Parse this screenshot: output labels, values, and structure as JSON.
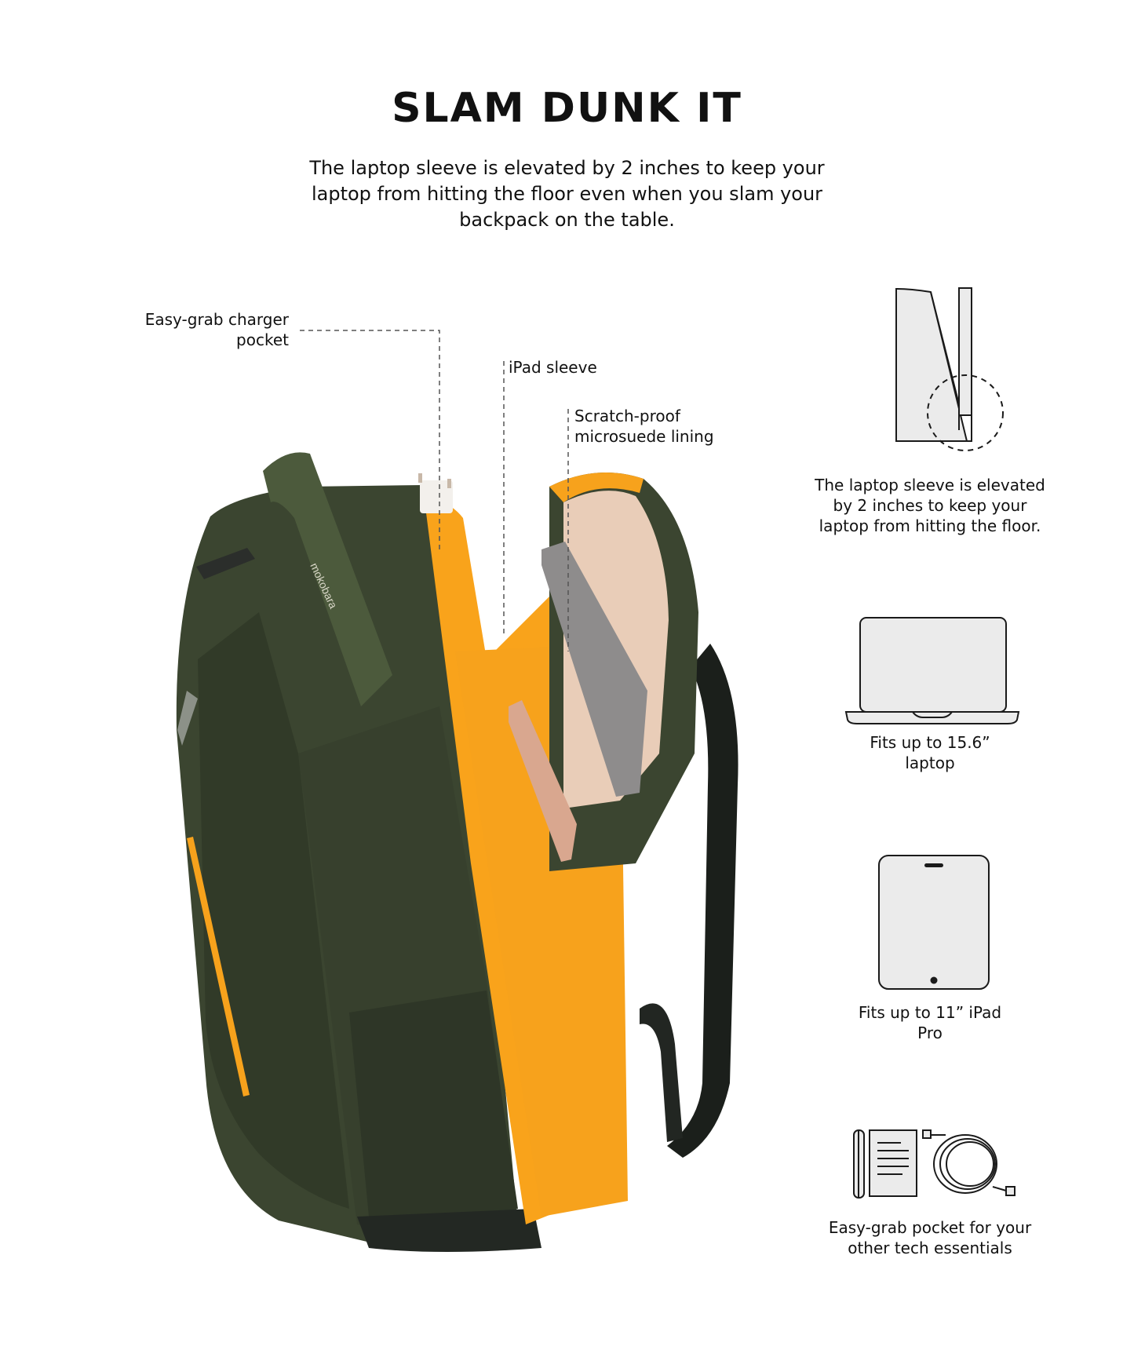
{
  "header": {
    "title": "SLAM DUNK IT",
    "subtitle": "The laptop sleeve is elevated by 2 inches to keep your laptop from hitting the floor even when you slam your backpack on the table."
  },
  "callouts": {
    "charger_pocket": "Easy-grab charger pocket",
    "ipad_sleeve": "iPad sleeve",
    "microsuede_lining": "Scratch-proof microsuede lining"
  },
  "features": {
    "elevated_sleeve": "The laptop sleeve is elevated by 2 inches to keep your laptop from hitting the floor.",
    "laptop_fit": "Fits up to 15.6” laptop",
    "ipad_fit": "Fits up to 11” iPad Pro",
    "tech_pocket": "Easy-grab pocket for your other tech essentials"
  },
  "product": {
    "brand_mark": "mokobara"
  },
  "colors": {
    "bag_green": "#3b4530",
    "lining_orange": "#f7a21c",
    "icon_stroke": "#1a1a1a",
    "icon_fill": "#ebebeb"
  },
  "icons": [
    "backpack-sleeve-diagram-icon",
    "laptop-icon",
    "tablet-icon",
    "tech-essentials-icon"
  ]
}
